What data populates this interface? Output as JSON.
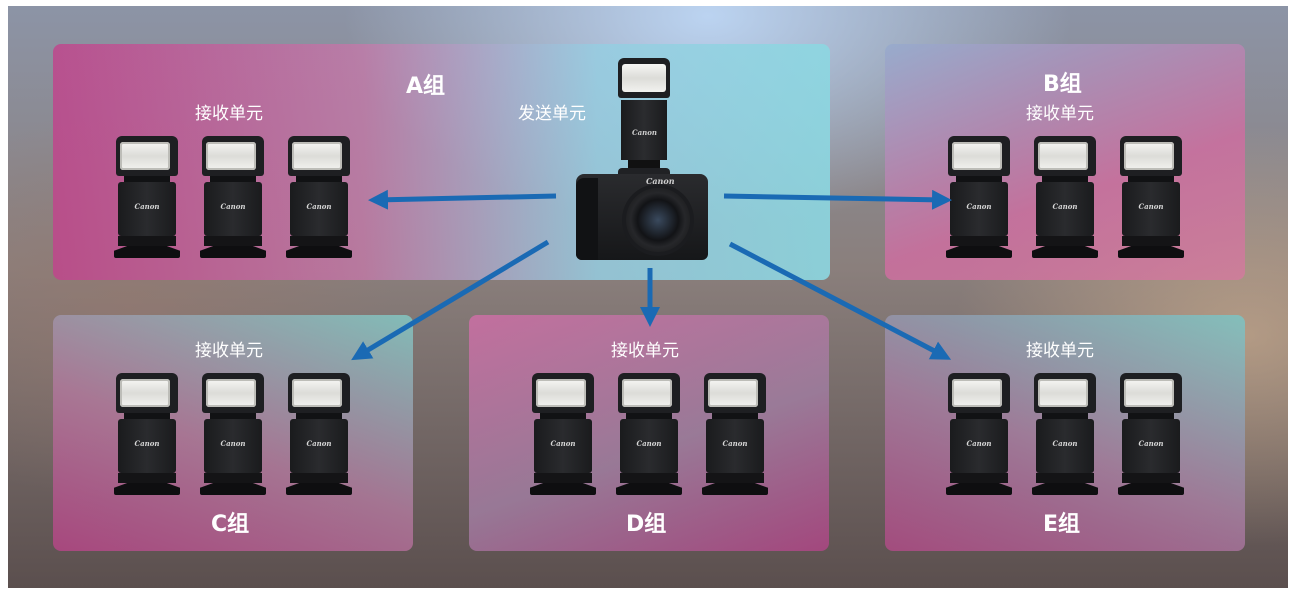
{
  "diagram": {
    "transmitter": {
      "label": "发送单元",
      "camera_brand": "Canon",
      "flash_brand": "Canon"
    },
    "groups": [
      {
        "id": "A",
        "title": "A组",
        "receiver_label": "接收单元",
        "units": [
          "Canon",
          "Canon",
          "Canon"
        ]
      },
      {
        "id": "B",
        "title": "B组",
        "receiver_label": "接收单元",
        "units": [
          "Canon",
          "Canon",
          "Canon"
        ]
      },
      {
        "id": "C",
        "title": "C组",
        "receiver_label": "接收单元",
        "units": [
          "Canon",
          "Canon",
          "Canon"
        ]
      },
      {
        "id": "D",
        "title": "D组",
        "receiver_label": "接收单元",
        "units": [
          "Canon",
          "Canon",
          "Canon"
        ]
      },
      {
        "id": "E",
        "title": "E组",
        "receiver_label": "接收单元",
        "units": [
          "Canon",
          "Canon",
          "Canon"
        ]
      }
    ],
    "colors": {
      "arrow": "#1a6ab4",
      "text": "#ffffff"
    }
  }
}
